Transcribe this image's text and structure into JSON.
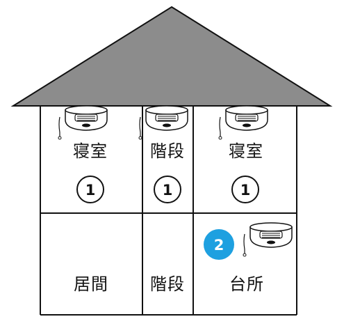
{
  "house": {
    "rooms": [
      {
        "name": "bedroom-left",
        "label": "寝室",
        "badge": "1"
      },
      {
        "name": "stairs-upper",
        "label": "階段",
        "badge": "1"
      },
      {
        "name": "bedroom-right",
        "label": "寝室",
        "badge": "1"
      },
      {
        "name": "living-room",
        "label": "居間"
      },
      {
        "name": "stairs-lower",
        "label": "階段"
      },
      {
        "name": "kitchen",
        "label": "台所",
        "badge": "2"
      }
    ]
  },
  "colors": {
    "roof": "#8c8c8c",
    "outline": "#111111",
    "badge_type2": "#1ea0e0",
    "badge_type1_fill": "#ffffff"
  },
  "icons": {
    "ceiling_detector": "smoke-detector-icon",
    "wall_detector": "heat-detector-icon"
  }
}
